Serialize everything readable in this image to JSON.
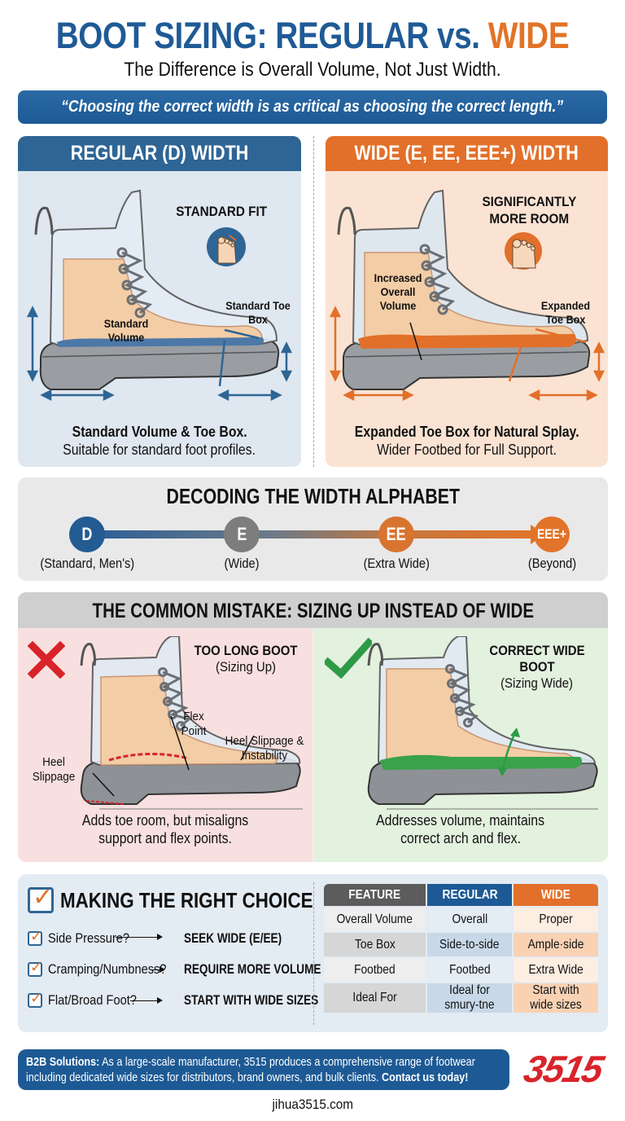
{
  "header": {
    "title_part1": "BOOT SIZING: REGULAR vs.",
    "title_part2": "WIDE",
    "subtitle": "The Difference is Overall Volume, Not Just Width.",
    "quote": "“Choosing the correct width is as critical as choosing the correct length.”"
  },
  "colors": {
    "regular_blue": "#2e6594",
    "wide_orange": "#e2702a",
    "title_blue": "#1f5a96",
    "error_red": "#d9232a",
    "success_green": "#2e9a46"
  },
  "panels": {
    "regular": {
      "heading": "REGULAR (D) WIDTH",
      "fit_label": "STANDARD FIT",
      "toe_icon": "foot-toes-icon",
      "annotations": [
        "Standard Volume",
        "Standard Toe Box"
      ],
      "caption_bold": "Standard Volume & Toe Box.",
      "caption": "Suitable for standard foot profiles."
    },
    "wide": {
      "heading": "WIDE (E, EE, EEE+) WIDTH",
      "fit_label_line1": "SIGNIFICANTLY",
      "fit_label_line2": "MORE ROOM",
      "toe_icon": "foot-toes-icon",
      "annotations": [
        "Increased Overall Volume",
        "Expanded Toe Box"
      ],
      "caption_bold": "Expanded Toe Box for Natural Splay.",
      "caption": "Wider Footbed for Full Support."
    }
  },
  "alphabet": {
    "title": "DECODING THE WIDTH ALPHABET",
    "steps": [
      {
        "code": "D",
        "label": "(Standard, Men's)",
        "color": "#235b93"
      },
      {
        "code": "E",
        "label": "(Wide)",
        "color": "#7d7d7d"
      },
      {
        "code": "EE",
        "label": "(Extra Wide)",
        "color": "#d8742f"
      },
      {
        "code": "EEE+",
        "label": "(Beyond)",
        "color": "#e2742a"
      }
    ]
  },
  "mistake": {
    "title": "THE COMMON MISTAKE: SIZING UP INSTEAD OF WIDE",
    "bad": {
      "icon": "x-mark-icon",
      "label": "TOO LONG BOOT",
      "sublabel": "(Sizing Up)",
      "annotations": [
        "Flex Point",
        "Heel Slippage & Instability",
        "Heel Slippage"
      ],
      "caption_line1": "Adds toe room, but misaligns",
      "caption_line2": "support and flex points."
    },
    "good": {
      "icon": "check-mark-icon",
      "label": "CORRECT WIDE BOOT",
      "sublabel": "(Sizing Wide)",
      "caption_line1": "Addresses volume, maintains",
      "caption_line2": "correct arch and flex."
    }
  },
  "choice": {
    "title": "MAKING THE RIGHT CHOICE",
    "items": [
      {
        "question": "Side Pressure?",
        "answer": "SEEK WIDE (E/EE)"
      },
      {
        "question": "Cramping/Numbness?",
        "answer": "REQUIRE MORE VOLUME"
      },
      {
        "question": "Flat/Broad Foot?",
        "answer": "START WITH WIDE SIZES"
      }
    ]
  },
  "table": {
    "headers": [
      "FEATURE",
      "REGULAR",
      "WIDE"
    ],
    "rows": [
      [
        "Overall Volume",
        "Overall",
        "Proper"
      ],
      [
        "Toe Box",
        "Side-to-side",
        "Ample·side"
      ],
      [
        "Footbed",
        "Footbed",
        "Extra Wide"
      ],
      [
        "Ideal For",
        "Ideal for smury-tne",
        "Start with wide sizes"
      ]
    ]
  },
  "footer": {
    "b2b_label": "B2B Solutions:",
    "b2b_text": "As a large-scale manufacturer, 3515 produces a comprehensive range of footwear including dedicated wide sizes for distributors, brand owners, and bulk clients.",
    "cta": "Contact us today!",
    "logo": "3515",
    "website": "jihua3515.com"
  }
}
